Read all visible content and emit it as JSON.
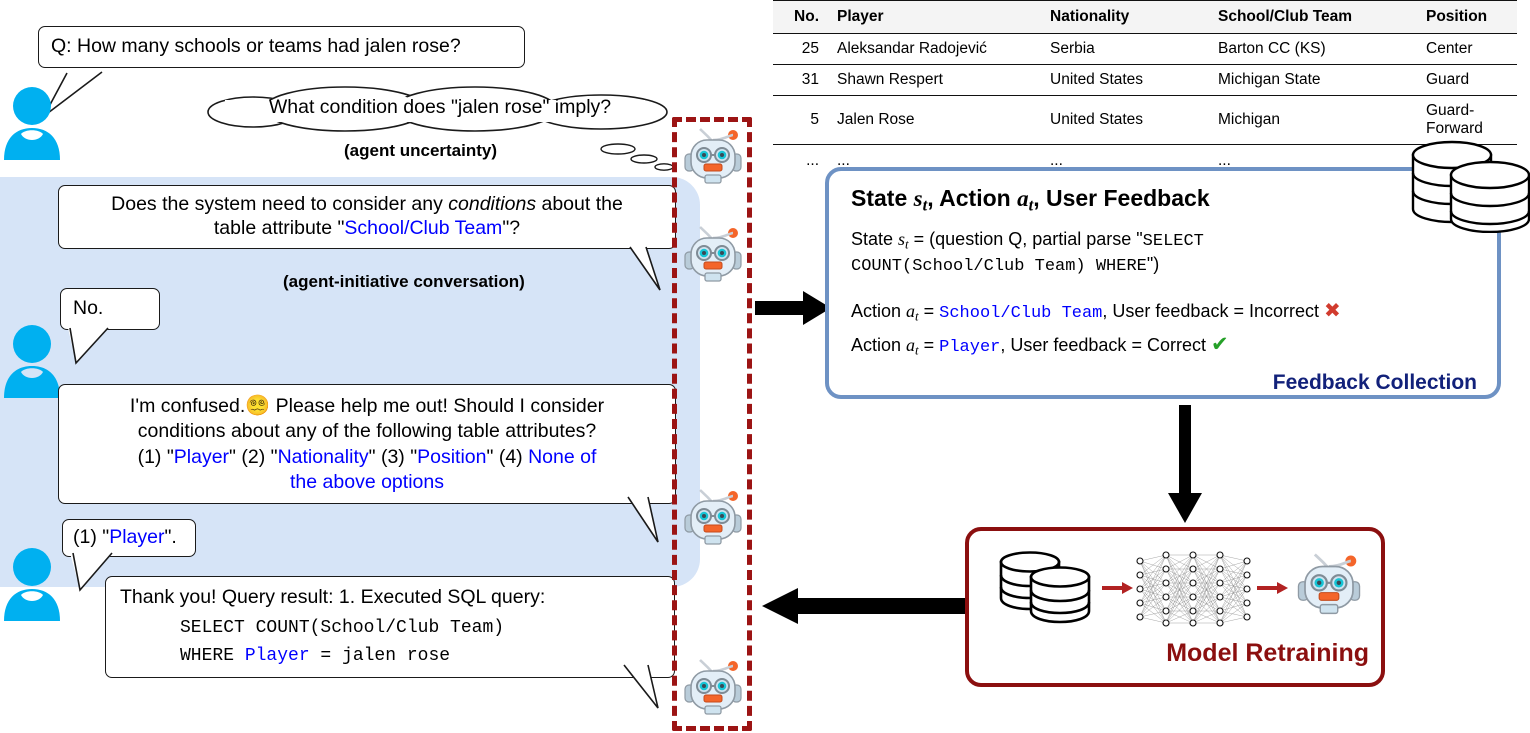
{
  "conversation": {
    "user_question": "Q: How many schools or teams had jalen rose?",
    "agent_thought": "What condition does \"jalen rose\" imply?",
    "caption_uncertainty": "(agent uncertainty)",
    "agent_q1_part1": "Does the system need to consider any ",
    "agent_q1_italic": "conditions",
    "agent_q1_part2": " about the",
    "agent_q1_line2_pre": "table attribute \"",
    "agent_q1_attr": "School/Club Team",
    "agent_q1_line2_post": "\"?",
    "caption_initiative": "(agent-initiative conversation)",
    "user_answer_no": "No.",
    "agent_q2_line1_pre": "I'm confused.",
    "agent_q2_emoji": "😵‍💫",
    "agent_q2_line1_post": " Please help me out! Should I consider",
    "agent_q2_line2": "conditions about any of the following table attributes?",
    "agent_q2_opt1_num": "(1) \"",
    "agent_q2_opt1": "Player",
    "agent_q2_opt2_num": "\" (2) \"",
    "agent_q2_opt2": "Nationality",
    "agent_q2_opt3_num": "\" (3) \"",
    "agent_q2_opt3": "Position",
    "agent_q2_opt4_num": "\" (4) ",
    "agent_q2_opt4": "None of",
    "agent_q2_opt4_line2": "the above options",
    "user_answer_choice_pre": "(1) \"",
    "user_answer_choice": "Player",
    "user_answer_choice_post": "\".",
    "final_line1": "Thank you! Query result: 1. Executed SQL query:",
    "final_sql_line1": "SELECT COUNT(School/Club Team)",
    "final_sql_line2_pre": "WHERE ",
    "final_sql_keyword": "Player",
    "final_sql_line2_post": " = jalen rose"
  },
  "table": {
    "headers": [
      "No.",
      "Player",
      "Nationality",
      "School/Club Team",
      "Position"
    ],
    "rows": [
      [
        "25",
        "Aleksandar Radojević",
        "Serbia",
        "Barton CC (KS)",
        "Center"
      ],
      [
        "31",
        "Shawn Respert",
        "United States",
        "Michigan State",
        "Guard"
      ],
      [
        "5",
        "Jalen Rose",
        "United States",
        "Michigan",
        "Guard-Forward"
      ],
      [
        "...",
        "...",
        "...",
        "...",
        "..."
      ]
    ]
  },
  "feedback": {
    "title_a": "State ",
    "title_s": "s",
    "title_t1": "t",
    "title_b": ", Action ",
    "title_a2": "a",
    "title_t2": "t",
    "title_c": ", User Feedback",
    "state_label": "State ",
    "state_rest": " =  (question Q, partial parse \"",
    "state_sql1": "SELECT",
    "state_sql2": "COUNT(School/Club Team) WHERE",
    "state_end": "\")",
    "action1_label": "Action ",
    "action1_eq": " = ",
    "action1_value": "School/Club Team",
    "action1_rest": ", User feedback = Incorrect ",
    "action1_mark": "❌",
    "action2_label": "Action ",
    "action2_eq": " = ",
    "action2_value": "Player",
    "action2_rest": ", User feedback = Correct ",
    "action2_mark": "✔",
    "footer": "Feedback Collection",
    "border_color": "#6e92c4",
    "footer_color": "#12217a"
  },
  "retraining": {
    "title": "Model Retraining",
    "border_color": "#8b0f0f",
    "title_color": "#8b0f0f"
  },
  "icons": {
    "user": "user-person-icon",
    "robot": "robot-agent-icon",
    "database": "database-cylinder-icon",
    "neural_net": "neural-network-icon",
    "arrow_right": "arrow-right-icon",
    "arrow_down": "arrow-down-icon",
    "arrow_left": "arrow-left-icon"
  },
  "colors": {
    "panel_bg": "#d6e4f7",
    "accent_blue": "#0000ff",
    "dashed_box": "#9c1414",
    "user_icon": "#00b0f0"
  }
}
